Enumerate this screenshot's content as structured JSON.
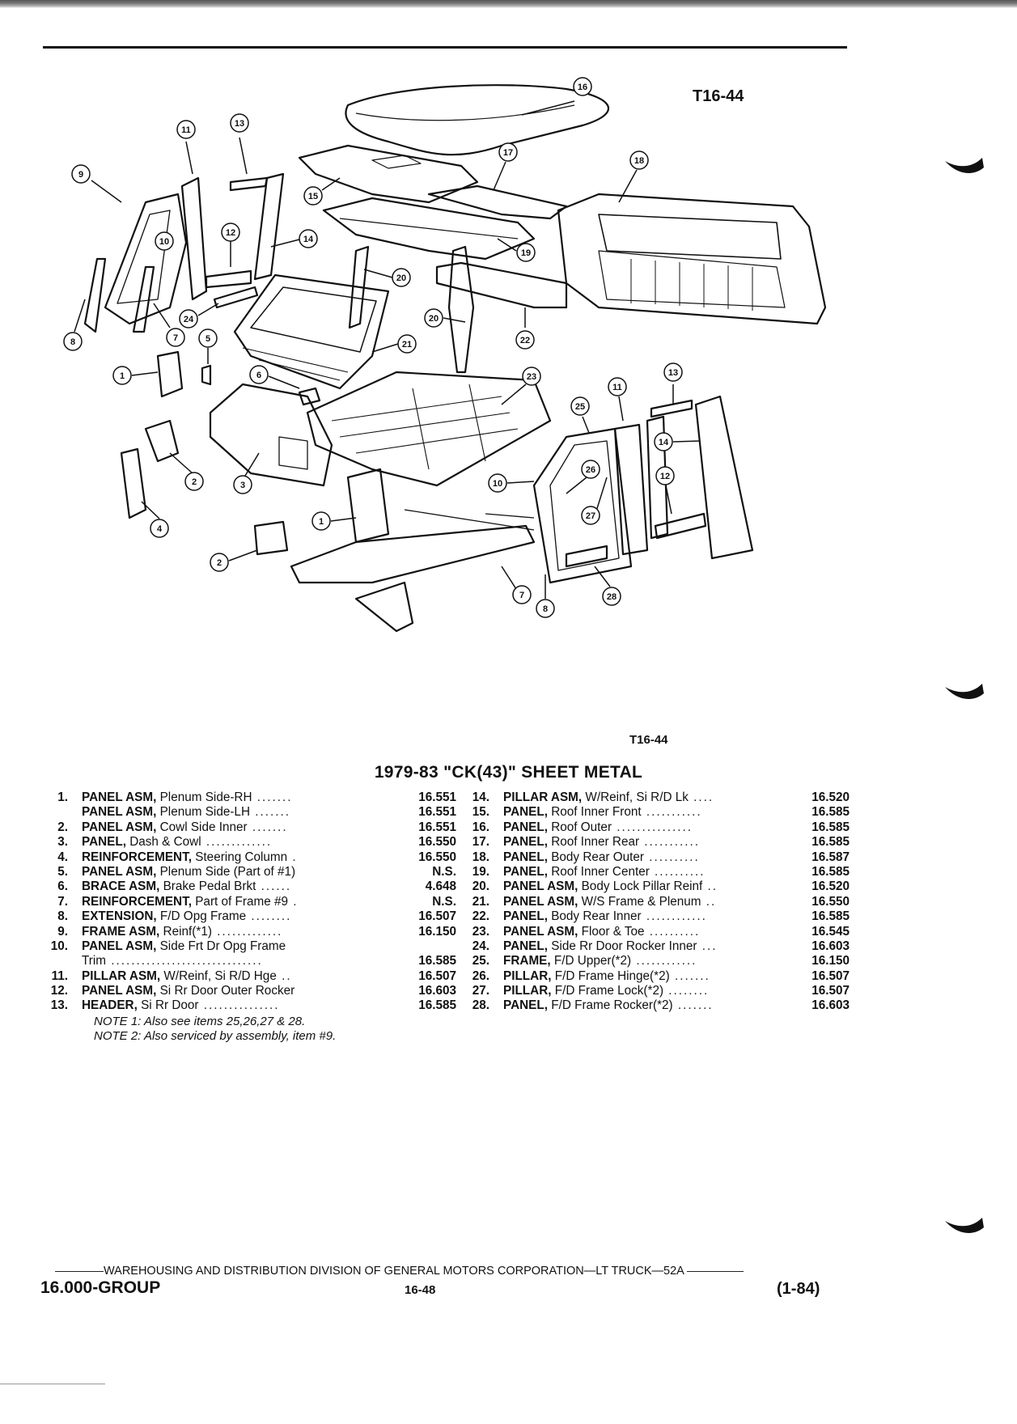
{
  "figure": {
    "tag_top": "T16-44",
    "tag_bottom": "T16-44"
  },
  "title": "1979-83 \"CK(43)\" SHEET METAL",
  "callouts": [
    "16",
    "11",
    "13",
    "9",
    "10",
    "8",
    "7",
    "12",
    "14",
    "24",
    "5",
    "20",
    "18",
    "17",
    "15",
    "19",
    "22",
    "21",
    "23",
    "6",
    "1",
    "2",
    "3",
    "4",
    "25",
    "11",
    "13",
    "14",
    "12",
    "26",
    "27",
    "10",
    "1",
    "2",
    "7",
    "8",
    "28"
  ],
  "parts_left": [
    {
      "num": "1.",
      "label": "PANEL ASM,",
      "desc": " Plenum Side-RH",
      "dots": " .......",
      "code": "16.551"
    },
    {
      "num": "",
      "label": "PANEL ASM,",
      "desc": " Plenum Side-LH",
      "dots": " .......",
      "code": "16.551"
    },
    {
      "num": "2.",
      "label": "PANEL ASM,",
      "desc": " Cowl Side Inner",
      "dots": " .......",
      "code": "16.551"
    },
    {
      "num": "3.",
      "label": "PANEL,",
      "desc": " Dash & Cowl",
      "dots": " .............",
      "code": "16.550"
    },
    {
      "num": "4.",
      "label": "REINFORCEMENT,",
      "desc": " Steering Column",
      "dots": " .",
      "code": "16.550"
    },
    {
      "num": "5.",
      "label": "PANEL ASM,",
      "desc": " Plenum Side (Part of #1)",
      "dots": "",
      "code": "N.S."
    },
    {
      "num": "6.",
      "label": "BRACE ASM,",
      "desc": " Brake Pedal Brkt",
      "dots": " ......",
      "code": "4.648"
    },
    {
      "num": "7.",
      "label": "REINFORCEMENT,",
      "desc": " Part of Frame #9",
      "dots": " .",
      "code": "N.S."
    },
    {
      "num": "8.",
      "label": "EXTENSION,",
      "desc": " F/D Opg Frame",
      "dots": " ........",
      "code": "16.507"
    },
    {
      "num": "9.",
      "label": "FRAME ASM,",
      "desc": " Reinf(*1)",
      "dots": " .............",
      "code": "16.150"
    },
    {
      "num": "10.",
      "label": "PANEL ASM,",
      "desc": " Side Frt Dr Opg Frame",
      "dots": "",
      "code": ""
    },
    {
      "num": "",
      "label": "",
      "desc": "Trim",
      "dots": " ..............................",
      "code": "16.585"
    },
    {
      "num": "11.",
      "label": "PILLAR ASM,",
      "desc": " W/Reinf, Si R/D Hge",
      "dots": " ..",
      "code": "16.507"
    },
    {
      "num": "12.",
      "label": "PANEL ASM,",
      "desc": " Si Rr Door Outer Rocker",
      "dots": "",
      "code": "16.603"
    },
    {
      "num": "13.",
      "label": "HEADER,",
      "desc": " Si Rr Door",
      "dots": " ...............",
      "code": "16.585"
    }
  ],
  "notes": [
    "NOTE 1: Also see items 25,26,27 & 28.",
    "NOTE 2: Also serviced by assembly, item #9."
  ],
  "parts_right": [
    {
      "num": "14.",
      "label": "PILLAR ASM,",
      "desc": " W/Reinf, Si R/D Lk",
      "dots": " ....",
      "code": "16.520"
    },
    {
      "num": "15.",
      "label": "PANEL,",
      "desc": " Roof Inner Front",
      "dots": " ...........",
      "code": "16.585"
    },
    {
      "num": "16.",
      "label": "PANEL,",
      "desc": " Roof Outer",
      "dots": " ...............",
      "code": "16.585"
    },
    {
      "num": "17.",
      "label": "PANEL,",
      "desc": " Roof Inner Rear",
      "dots": " ...........",
      "code": "16.585"
    },
    {
      "num": "18.",
      "label": "PANEL,",
      "desc": " Body Rear Outer",
      "dots": " ..........",
      "code": "16.587"
    },
    {
      "num": "19.",
      "label": "PANEL,",
      "desc": " Roof Inner Center",
      "dots": " ..........",
      "code": "16.585"
    },
    {
      "num": "20.",
      "label": "PANEL ASM,",
      "desc": " Body Lock Pillar Reinf",
      "dots": " ..",
      "code": "16.520"
    },
    {
      "num": "21.",
      "label": "PANEL ASM,",
      "desc": " W/S Frame & Plenum",
      "dots": " ..",
      "code": "16.550"
    },
    {
      "num": "22.",
      "label": "PANEL,",
      "desc": " Body Rear Inner",
      "dots": " ............",
      "code": "16.585"
    },
    {
      "num": "23.",
      "label": "PANEL ASM,",
      "desc": " Floor & Toe",
      "dots": " ..........",
      "code": "16.545"
    },
    {
      "num": "24.",
      "label": "PANEL,",
      "desc": " Side Rr Door Rocker Inner",
      "dots": " ...",
      "code": "16.603"
    },
    {
      "num": "25.",
      "label": "FRAME,",
      "desc": " F/D Upper(*2)",
      "dots": " ............",
      "code": "16.150"
    },
    {
      "num": "26.",
      "label": "PILLAR,",
      "desc": " F/D Frame Hinge(*2)",
      "dots": " .......",
      "code": "16.507"
    },
    {
      "num": "27.",
      "label": "PILLAR,",
      "desc": " F/D Frame Lock(*2)",
      "dots": " ........",
      "code": "16.507"
    },
    {
      "num": "28.",
      "label": "PANEL,",
      "desc": " F/D Frame Rocker(*2)",
      "dots": " .......",
      "code": "16.603"
    }
  ],
  "footer": {
    "line": "WAREHOUSING AND DISTRIBUTION  DIVISION OF GENERAL MOTORS CORPORATION—LT TRUCK—52A",
    "group": "16.000-GROUP",
    "page": "16-48",
    "date": "(1-84)"
  }
}
